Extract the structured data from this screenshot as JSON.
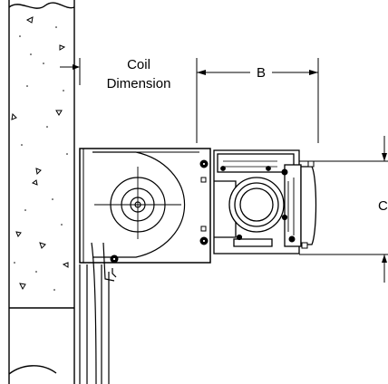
{
  "labels": {
    "coil_line1": "Coil",
    "coil_line2": "Dimension",
    "b": "B",
    "c": "C"
  }
}
